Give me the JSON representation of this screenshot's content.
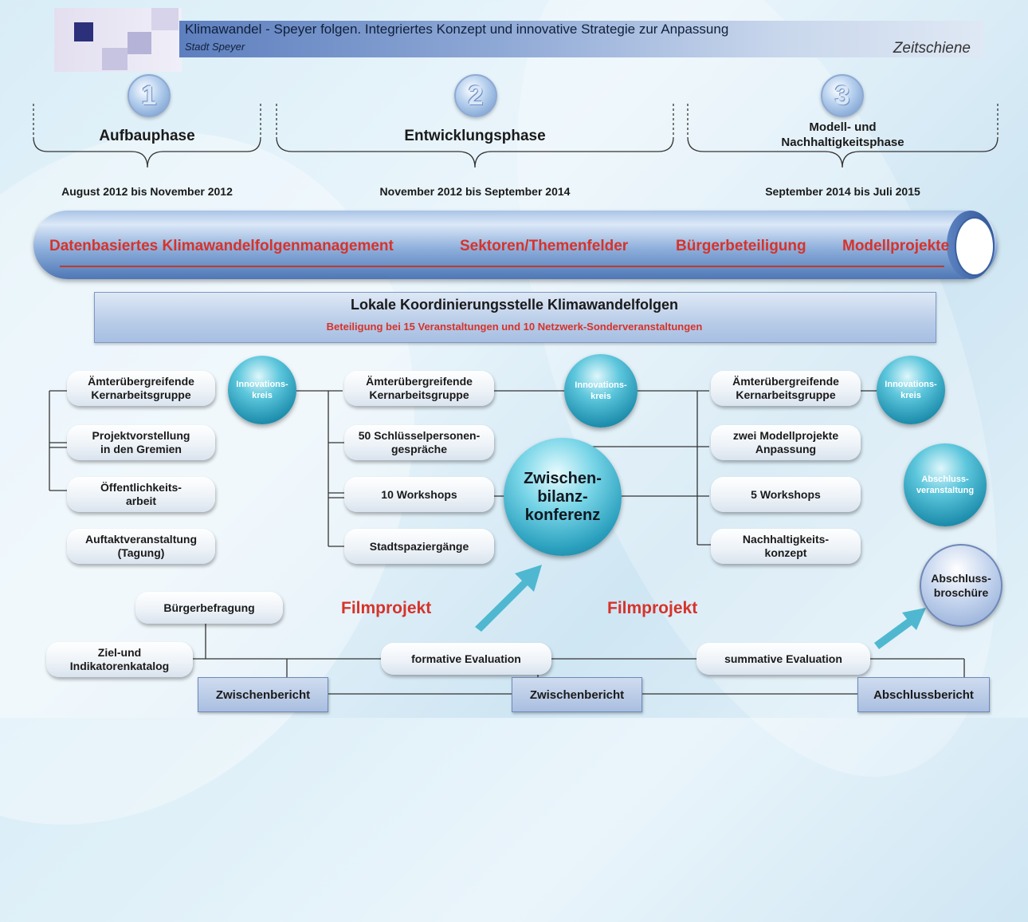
{
  "header": {
    "title": "Klimawandel - Speyer folgen. Integriertes Konzept und innovative Strategie zur Anpassung",
    "subtitle": "Stadt Speyer",
    "right_label": "Zeitschiene"
  },
  "phases": [
    {
      "number": "1",
      "title": "Aufbauphase",
      "dates": "August 2012 bis November 2012"
    },
    {
      "number": "2",
      "title": "Entwicklungsphase",
      "dates": "November 2012 bis September 2014"
    },
    {
      "number": "3",
      "title_line1": "Modell- und",
      "title_line2": "Nachhaltigkeitsphase",
      "dates": "September 2014 bis Juli 2015"
    }
  ],
  "tube": {
    "items": [
      "Datenbasiertes Klimawandelfolgenmanagement",
      "Sektoren/Themenfelder",
      "Bürgerbeteiligung",
      "Modellprojekte"
    ]
  },
  "coordination": {
    "title": "Lokale Koordinierungsstelle Klimawandelfolgen",
    "subtitle": "Beteiligung bei 15 Veranstaltungen und 10 Netzwerk-Sonderveranstaltungen"
  },
  "col1": {
    "kern_l1": "Ämterübergreifende",
    "kern_l2": "Kernarbeitsgruppe",
    "innov_l1": "Innovations-",
    "innov_l2": "kreis",
    "proj_l1": "Projektvorstellung",
    "proj_l2": "in den Gremien",
    "oeff_l1": "Öffentlichkeits-",
    "oeff_l2": "arbeit",
    "auft_l1": "Auftaktveranstaltung",
    "auft_l2": "(Tagung)"
  },
  "col2": {
    "kern_l1": "Ämterübergreifende",
    "kern_l2": "Kernarbeitsgruppe",
    "innov_l1": "Innovations-",
    "innov_l2": "kreis",
    "schl_l1": "50 Schlüsselpersonen-",
    "schl_l2": "gespräche",
    "workshops": "10 Workshops",
    "stadt": "Stadtspaziergänge",
    "zw_l1": "Zwischen-",
    "zw_l2": "bilanz-",
    "zw_l3": "konferenz"
  },
  "col3": {
    "kern_l1": "Ämterübergreifende",
    "kern_l2": "Kernarbeitsgruppe",
    "innov_l1": "Innovations-",
    "innov_l2": "kreis",
    "modell_l1": "zwei Modellprojekte",
    "modell_l2": "Anpassung",
    "abschlussv_l1": "Abschluss-",
    "abschlussv_l2": "veranstaltung",
    "workshops": "5 Workshops",
    "nach_l1": "Nachhaltigkeits-",
    "nach_l2": "konzept",
    "brosch_l1": "Abschluss-",
    "brosch_l2": "broschüre"
  },
  "bottom": {
    "buerger": "Bürgerbefragung",
    "ziel_l1": "Ziel-und",
    "ziel_l2": "Indikatorenkatalog",
    "film1": "Filmprojekt",
    "film2": "Filmprojekt",
    "formative": "formative Evaluation",
    "summative": "summative Evaluation",
    "zwischen1": "Zwischenbericht",
    "zwischen2": "Zwischenbericht",
    "abschluss": "Abschlussbericht"
  },
  "colors": {
    "accent_red": "#d6332a",
    "tube_blue": "#4f77b6",
    "teal": "#1f8fae"
  }
}
